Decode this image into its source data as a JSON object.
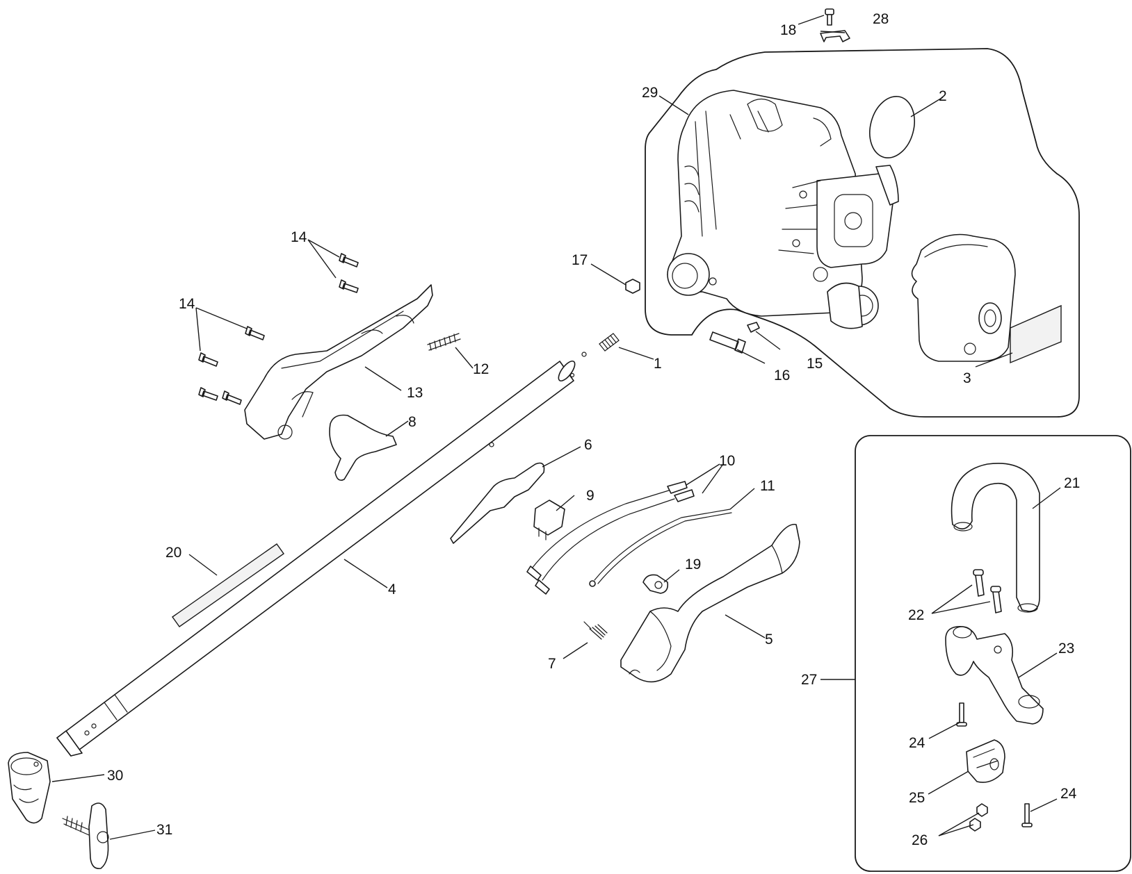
{
  "diagram": {
    "callouts": [
      {
        "id": "c1",
        "label": "1"
      },
      {
        "id": "c2",
        "label": "2"
      },
      {
        "id": "c3",
        "label": "3"
      },
      {
        "id": "c4",
        "label": "4"
      },
      {
        "id": "c5",
        "label": "5"
      },
      {
        "id": "c6",
        "label": "6"
      },
      {
        "id": "c7",
        "label": "7"
      },
      {
        "id": "c8",
        "label": "8"
      },
      {
        "id": "c9",
        "label": "9"
      },
      {
        "id": "c10",
        "label": "10"
      },
      {
        "id": "c11",
        "label": "11"
      },
      {
        "id": "c12",
        "label": "12"
      },
      {
        "id": "c13",
        "label": "13"
      },
      {
        "id": "c14a",
        "label": "14"
      },
      {
        "id": "c14b",
        "label": "14"
      },
      {
        "id": "c15",
        "label": "15"
      },
      {
        "id": "c16",
        "label": "16"
      },
      {
        "id": "c17",
        "label": "17"
      },
      {
        "id": "c18",
        "label": "18"
      },
      {
        "id": "c19",
        "label": "19"
      },
      {
        "id": "c20",
        "label": "20"
      },
      {
        "id": "c21",
        "label": "21"
      },
      {
        "id": "c22",
        "label": "22"
      },
      {
        "id": "c23",
        "label": "23"
      },
      {
        "id": "c24a",
        "label": "24"
      },
      {
        "id": "c24b",
        "label": "24"
      },
      {
        "id": "c25",
        "label": "25"
      },
      {
        "id": "c26",
        "label": "26"
      },
      {
        "id": "c27",
        "label": "27"
      },
      {
        "id": "c28",
        "label": "28"
      },
      {
        "id": "c29",
        "label": "29"
      },
      {
        "id": "c30",
        "label": "30"
      },
      {
        "id": "c31",
        "label": "31"
      }
    ]
  }
}
